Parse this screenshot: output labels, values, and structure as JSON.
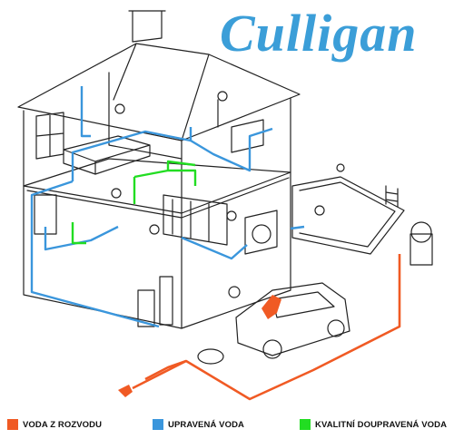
{
  "brand": {
    "name": "Culligan",
    "color": "#3b9ed8"
  },
  "legend": [
    {
      "label": "VODA Z ROZVODU",
      "color": "#f05a24"
    },
    {
      "label": "UPRAVENÁ VODA",
      "color": "#3a96dc"
    },
    {
      "label": "KVALITNÍ DOUPRAVENÁ VODA",
      "color": "#22dd22"
    }
  ],
  "colors": {
    "line_art": "#222222",
    "background": "#ffffff"
  }
}
